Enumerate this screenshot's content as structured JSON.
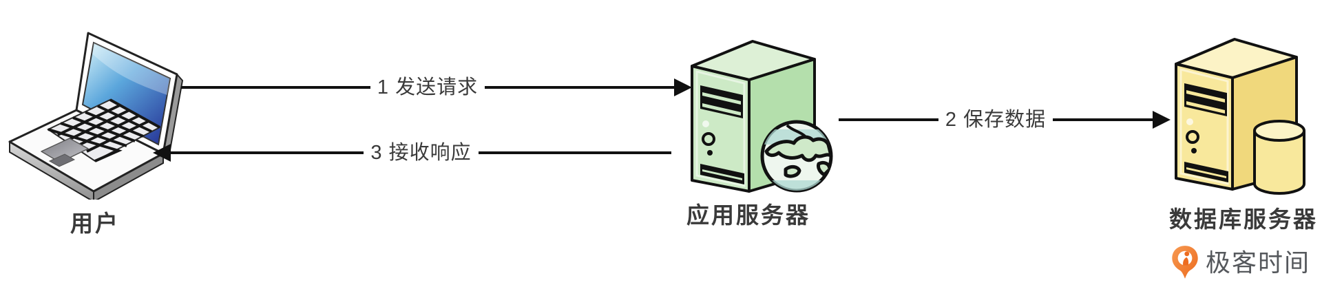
{
  "diagram": {
    "nodes": [
      {
        "id": "user",
        "label": "用户",
        "icon": "laptop-icon"
      },
      {
        "id": "app-server",
        "label": "应用服务器",
        "icon": "app-server-globe-icon"
      },
      {
        "id": "db-server",
        "label": "数据库服务器",
        "icon": "database-server-icon"
      }
    ],
    "edges": [
      {
        "id": "edge-1",
        "label": "1 发送请求",
        "from": "用户",
        "to": "应用服务器",
        "direction": "right"
      },
      {
        "id": "edge-2",
        "label": "2 保存数据",
        "from": "应用服务器",
        "to": "数据库服务器",
        "direction": "right"
      },
      {
        "id": "edge-3",
        "label": "3 接收响应",
        "from": "应用服务器",
        "to": "用户",
        "direction": "left"
      }
    ]
  },
  "branding": {
    "logo_text": "极客时间",
    "logo_icon": "geektime-pin-icon",
    "logo_orange": "#ED6C1F",
    "logo_text_color": "#55585C"
  },
  "colors": {
    "app_server_green": "#C9E8C2",
    "db_server_yellow": "#F8E89C",
    "screen_blue": "#2B3F9D",
    "arrow_black": "#111111",
    "label_text": "#3A3A3A",
    "background": "#FFFFFF"
  }
}
